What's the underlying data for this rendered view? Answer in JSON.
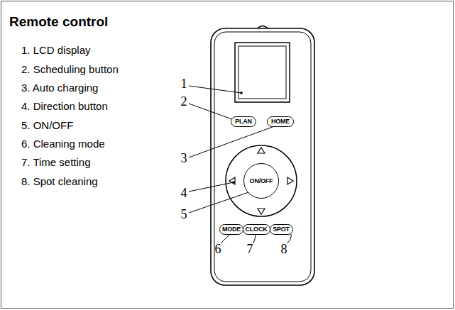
{
  "diagram": {
    "title": "Remote control",
    "nodes": [
      {
        "text": [
          "PLAN"
        ]
      },
      {
        "text": [
          "HOME"
        ]
      },
      {
        "text": [
          "ON/OFF"
        ]
      },
      {
        "text": [
          "MODE"
        ]
      },
      {
        "text": [
          "CLOCK"
        ]
      },
      {
        "text": [
          "SPOT"
        ]
      }
    ],
    "labels": [
      "1. LCD display",
      "2. Scheduling button",
      "3. Auto charging",
      "4. Direction button",
      "5. ON/OFF",
      "6. Cleaning mode",
      "7. Time setting",
      "8. Spot cleaning",
      "1",
      "2",
      "3",
      "4",
      "5",
      "6",
      "7",
      "8"
    ]
  }
}
